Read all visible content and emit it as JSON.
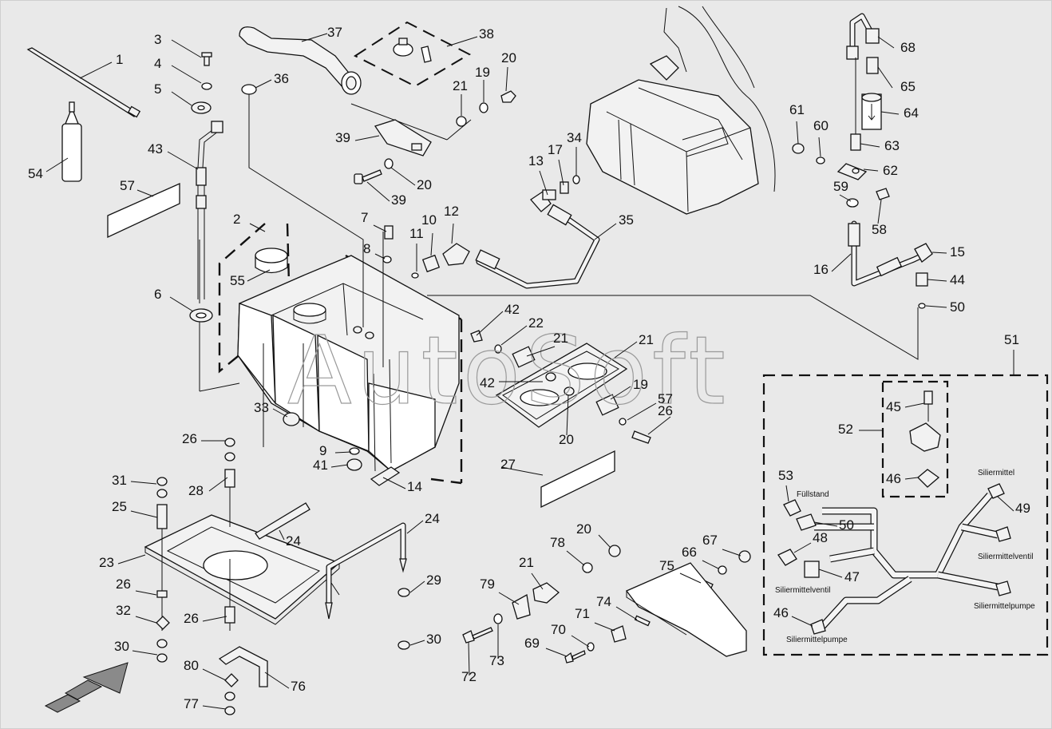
{
  "watermark": "AutoSoft",
  "callouts": [
    "1",
    "3",
    "4",
    "5",
    "43",
    "54",
    "57",
    "6",
    "2",
    "55",
    "33",
    "9",
    "41",
    "14",
    "7",
    "8",
    "10",
    "11",
    "12",
    "13",
    "17",
    "34",
    "35",
    "36",
    "37",
    "38",
    "39",
    "39",
    "20",
    "21",
    "19",
    "20",
    "42",
    "22",
    "21",
    "21",
    "42",
    "20",
    "19",
    "57",
    "26",
    "27",
    "26",
    "28",
    "31",
    "25",
    "23",
    "24",
    "24",
    "29",
    "30",
    "26",
    "32",
    "30",
    "26",
    "80",
    "77",
    "76",
    "79",
    "21",
    "78",
    "20",
    "72",
    "73",
    "69",
    "70",
    "71",
    "74",
    "75",
    "66",
    "67",
    "68",
    "65",
    "64",
    "63",
    "61",
    "60",
    "62",
    "59",
    "58",
    "16",
    "15",
    "44",
    "50",
    "51",
    "52",
    "45",
    "46",
    "53",
    "50",
    "48",
    "47",
    "46",
    "49"
  ],
  "small_labels": {
    "fuellstand": "Füllstand",
    "siliermittel": "Siliermittel",
    "siliermittelventil_right": "Siliermittelventil",
    "siliermittelventil_left": "Siliermittelventil",
    "siliermittelpumpe_right": "Siliermittelpumpe",
    "siliermittelpumpe_left": "Siliermittelpumpe"
  }
}
